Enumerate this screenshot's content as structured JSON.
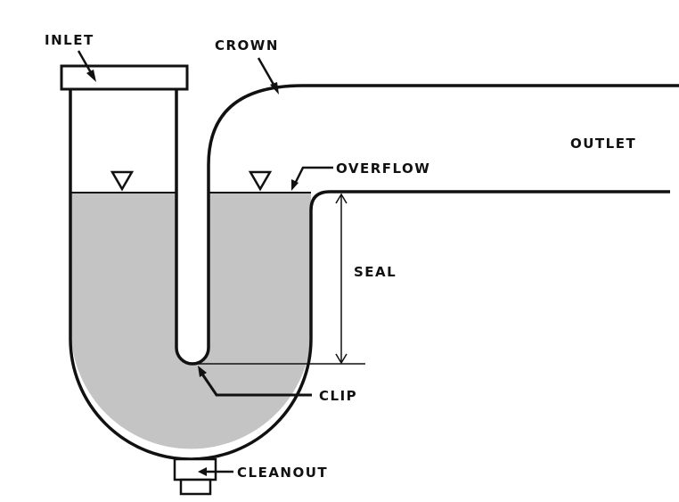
{
  "diagram": {
    "labels": {
      "inlet": "INLET",
      "crown": "CROWN",
      "outlet": "OUTLET",
      "overflow": "OVERFLOW",
      "seal": "SEAL",
      "clip": "CLIP",
      "cleanout": "CLEANOUT"
    },
    "colors": {
      "line": "#111111",
      "water": "#b9b9b9"
    }
  }
}
